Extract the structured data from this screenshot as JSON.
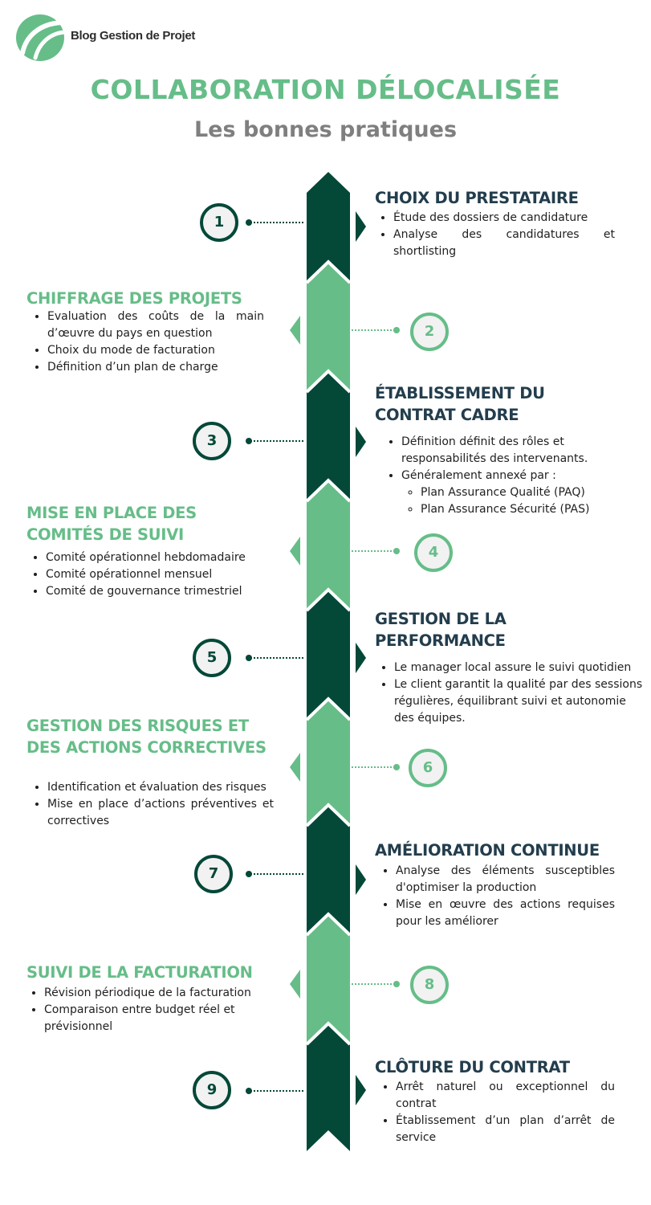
{
  "brand": {
    "name": "Blog Gestion de Projet"
  },
  "title": "COLLABORATION DÉLOCALISÉE",
  "subtitle": "Les bonnes pratiques",
  "colors": {
    "dark_green": "#044838",
    "light_green": "#66bd88",
    "title_navy": "#233d4d",
    "subtitle_gray": "#7f7f7f"
  },
  "steps": [
    {
      "number": "1",
      "title": "CHOIX DU PRESTATAIRE",
      "items": [
        "Étude des dossiers de candidature",
        "Analyse des candidatures et shortlisting"
      ]
    },
    {
      "number": "2",
      "title": "CHIFFRAGE DES PROJETS",
      "items": [
        "Evaluation des coûts de la main d’œuvre du pays en question",
        "Choix du mode de facturation",
        "Définition d’un plan de charge"
      ]
    },
    {
      "number": "3",
      "title": "ÉTABLISSEMENT DU CONTRAT CADRE",
      "items": [
        "Définition définit des rôles et responsabilités des intervenants.",
        "Généralement annexé par :"
      ],
      "subitems": [
        "Plan Assurance Qualité (PAQ)",
        "Plan Assurance Sécurité (PAS)"
      ]
    },
    {
      "number": "4",
      "title": "MISE EN PLACE DES COMITÉS DE SUIVI",
      "items": [
        "Comité opérationnel hebdomadaire",
        "Comité opérationnel mensuel",
        "Comité de gouvernance trimestriel"
      ]
    },
    {
      "number": "5",
      "title": "GESTION DE LA PERFORMANCE",
      "items": [
        "Le manager local assure le suivi quotidien",
        "Le client garantit la qualité par des sessions régulières, équilibrant suivi et autonomie des équipes."
      ]
    },
    {
      "number": "6",
      "title": "GESTION DES RISQUES ET DES ACTIONS CORRECTIVES",
      "items": [
        "Identification et évaluation des risques",
        "Mise en place d’actions préventives et correctives"
      ]
    },
    {
      "number": "7",
      "title": "AMÉLIORATION CONTINUE",
      "items": [
        "Analyse des éléments susceptibles d'optimiser la production",
        "Mise en œuvre des actions requises pour les améliorer"
      ]
    },
    {
      "number": "8",
      "title": "SUIVI DE LA FACTURATION",
      "items": [
        "Révision périodique de la facturation",
        "Comparaison entre budget réel et prévisionnel"
      ]
    },
    {
      "number": "9",
      "title": "CLÔTURE DU CONTRAT",
      "items": [
        "Arrêt naturel ou exceptionnel du contrat",
        "Établissement d’un plan d’arrêt de service"
      ]
    }
  ]
}
